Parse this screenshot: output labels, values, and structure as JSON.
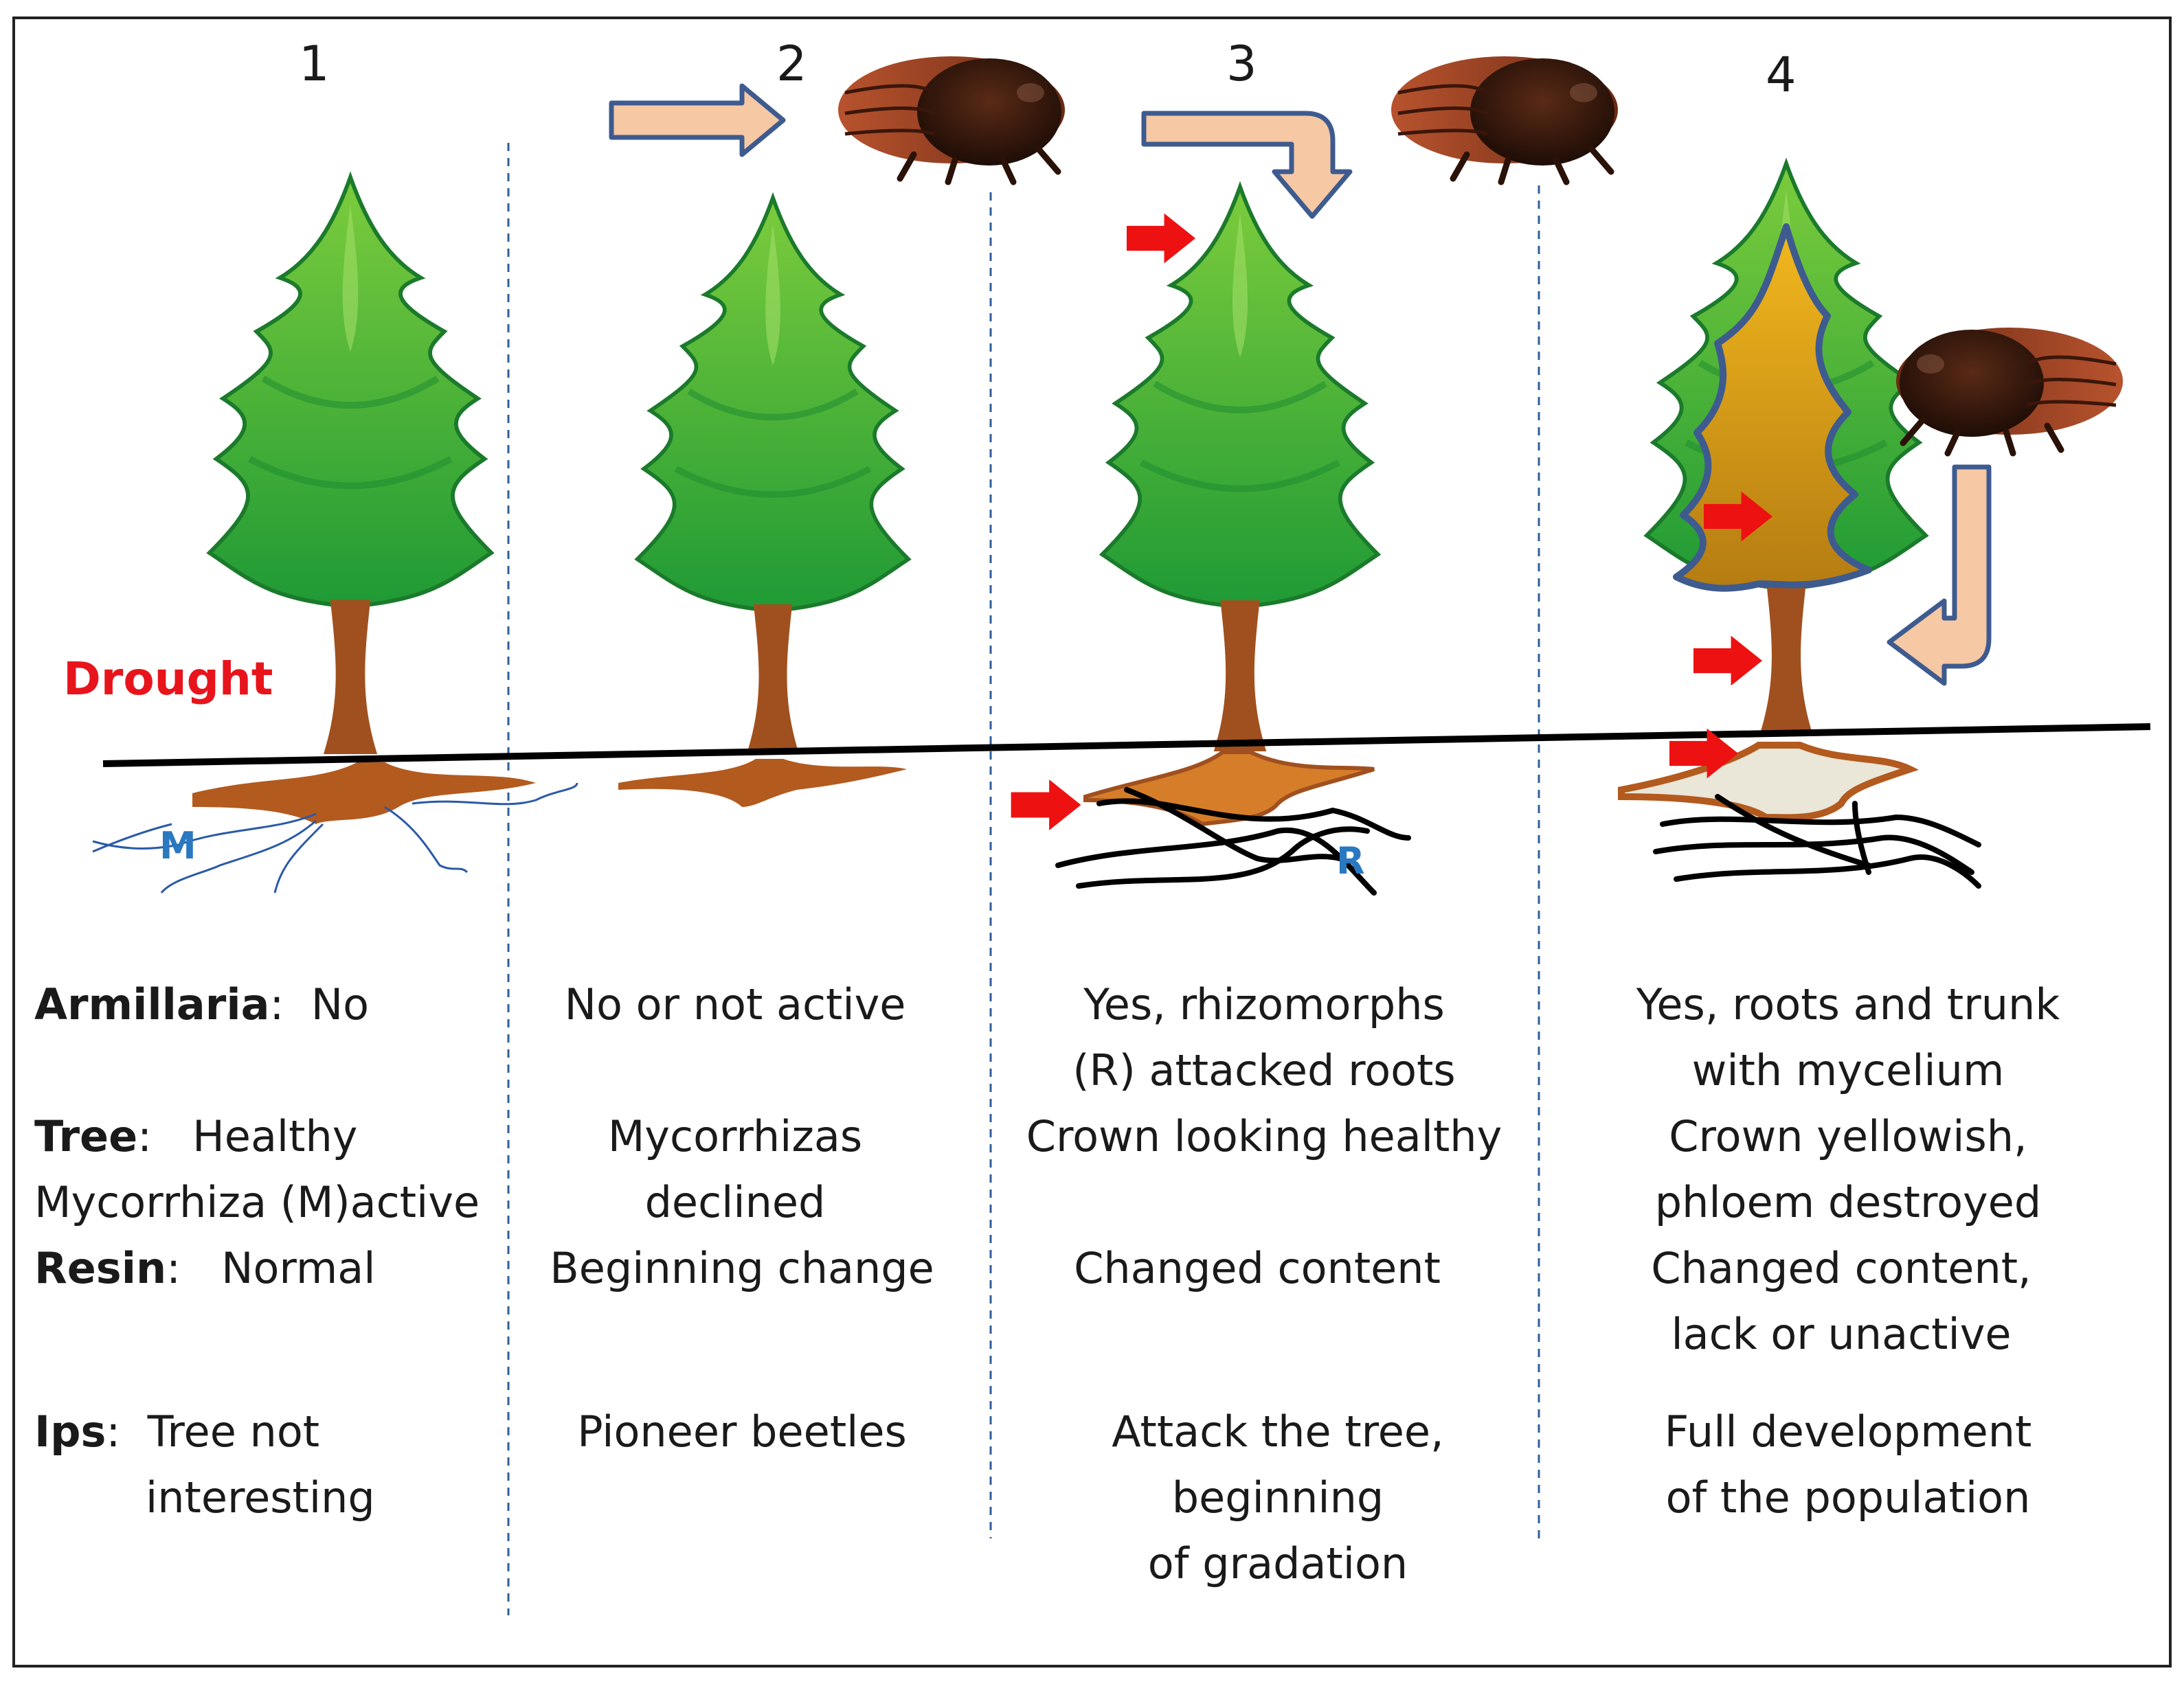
{
  "stages": [
    {
      "number": "1",
      "lines": [
        "No",
        "Healthy",
        "Mycorrhiza (M)active",
        "Normal",
        "Tree  not",
        "interesting"
      ]
    },
    {
      "number": "2",
      "lines": [
        "No or not active",
        "Mycorrhizas",
        "declined",
        "Beginning  change",
        "Pioneer  beetles"
      ]
    },
    {
      "number": "3",
      "lines": [
        "Yes, rhizomorphs",
        "(R) attacked roots",
        "Crown looking healthy",
        "Changed content",
        "Attack the tree,",
        "beginning",
        "of gradation"
      ]
    },
    {
      "number": "4",
      "lines": [
        "Yes, roots and trunk",
        "with mycelium",
        "Crown yellowish,",
        "phloem destroyed",
        "Changed content,",
        "lack or unactive",
        "Full development",
        "of the population"
      ]
    }
  ],
  "row_labels": {
    "armillaria": "Armillaria",
    "tree": "Tree",
    "resin": "Resin",
    "ips": "Ips"
  },
  "annotations": {
    "drought": "Drought",
    "mycorrhiza_marker": "M",
    "rhizomorph_marker": "R"
  },
  "colors": {
    "foliage": "#2fa52f",
    "foliage_light": "#8fd14f",
    "trunk": "#a0501e",
    "roots": "#b35a1f",
    "decay": "#d4a017",
    "arrow_fill": "#f6c8a4",
    "arrow_outline": "#3e5b8f",
    "red_arrow": "#ee1111",
    "drought": "#e8141c",
    "marker": "#2a78c0"
  },
  "icons": [
    "bark-beetle-icon",
    "tree-icon",
    "red-arrow-icon",
    "flow-arrow-icon"
  ]
}
